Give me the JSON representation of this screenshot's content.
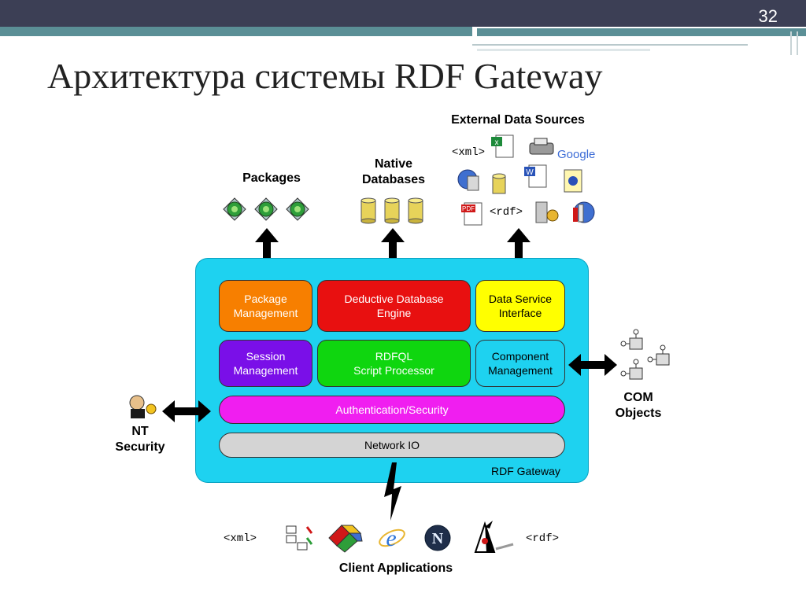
{
  "slide": {
    "number": "32",
    "title": "Архитектура системы RDF Gateway"
  },
  "labels": {
    "packages": "Packages",
    "native_db_line1": "Native",
    "native_db_line2": "Databases",
    "external": "External Data Sources",
    "nt_line1": "NT",
    "nt_line2": "Security",
    "com_line1": "COM",
    "com_line2": "Objects",
    "client": "Client Applications",
    "gateway": "RDF Gateway"
  },
  "modules": {
    "package_l1": "Package",
    "package_l2": "Management",
    "deductive_l1": "Deductive Database",
    "deductive_l2": "Engine",
    "dsi_l1": "Data Service",
    "dsi_l2": "Interface",
    "session_l1": "Session",
    "session_l2": "Management",
    "rdfql_l1": "RDFQL",
    "rdfql_l2": "Script Processor",
    "component_l1": "Component",
    "component_l2": "Management",
    "auth": "Authentication/Security",
    "network": "Network IO"
  },
  "icons": {
    "xml_tag": "<xml>",
    "rdf_tag": "<rdf>",
    "google": "Google",
    "pdf": "PDF"
  },
  "colors": {
    "gateway": "#1ed2f0",
    "package": "#f77f00",
    "deductive": "#e81010",
    "dsi": "#ffff00",
    "session": "#7a0fe8",
    "rdfql": "#0fd60f",
    "component": "#1ed2f0",
    "auth": "#f01ef0",
    "network": "#d4d4d4"
  }
}
